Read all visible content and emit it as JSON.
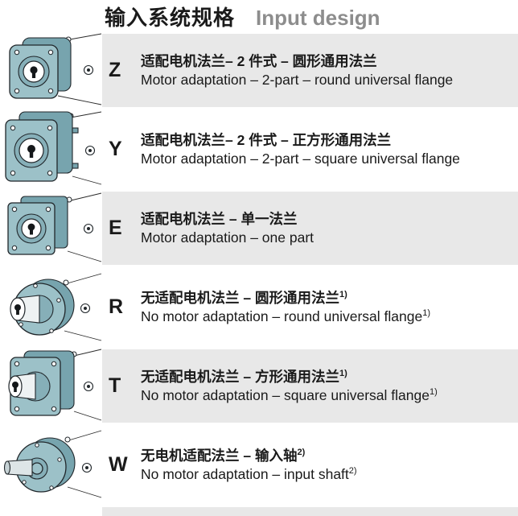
{
  "title": {
    "zh": "输入系统规格",
    "en": "Input design"
  },
  "colors": {
    "band_gray": "#e8e8e8",
    "teal_light": "#9cc1c8",
    "teal_mid": "#86afb8",
    "teal_dark": "#77a4ae",
    "title_en": "#8d8d8d",
    "text": "#1a1a1a"
  },
  "rows": [
    {
      "code": "Z",
      "zh": "适配电机法兰– 2 件式 – 圆形通用法兰",
      "zh_sup": "",
      "en": "Motor adaptation – 2-part – round universal flange",
      "en_sup": "",
      "icon": "square-flange-2part-round",
      "shaded": true
    },
    {
      "code": "Y",
      "zh": "适配电机法兰– 2 件式 – 正方形通用法兰",
      "zh_sup": "",
      "en": "Motor adaptation – 2-part – square universal flange",
      "en_sup": "",
      "icon": "square-flange-2part-square",
      "shaded": false
    },
    {
      "code": "E",
      "zh": "适配电机法兰 – 单一法兰",
      "zh_sup": "",
      "en": "Motor adaptation – one part",
      "en_sup": "",
      "icon": "square-flange-one-part",
      "shaded": true
    },
    {
      "code": "R",
      "zh": "无适配电机法兰 – 圆形通用法兰",
      "zh_sup": "1)",
      "en": "No motor adaptation – round universal flange",
      "en_sup": "1)",
      "icon": "round-flange-hub",
      "shaded": false
    },
    {
      "code": "T",
      "zh": "无适配电机法兰 – 方形通用法兰",
      "zh_sup": "1)",
      "en": "No motor adaptation – square universal flange",
      "en_sup": "1)",
      "icon": "square-flange-hub",
      "shaded": true
    },
    {
      "code": "W",
      "zh": "无电机适配法兰 – 输入轴",
      "zh_sup": "2)",
      "en": "No motor adaptation – input shaft",
      "en_sup": "2)",
      "icon": "round-flange-input-shaft",
      "shaded": false
    }
  ]
}
